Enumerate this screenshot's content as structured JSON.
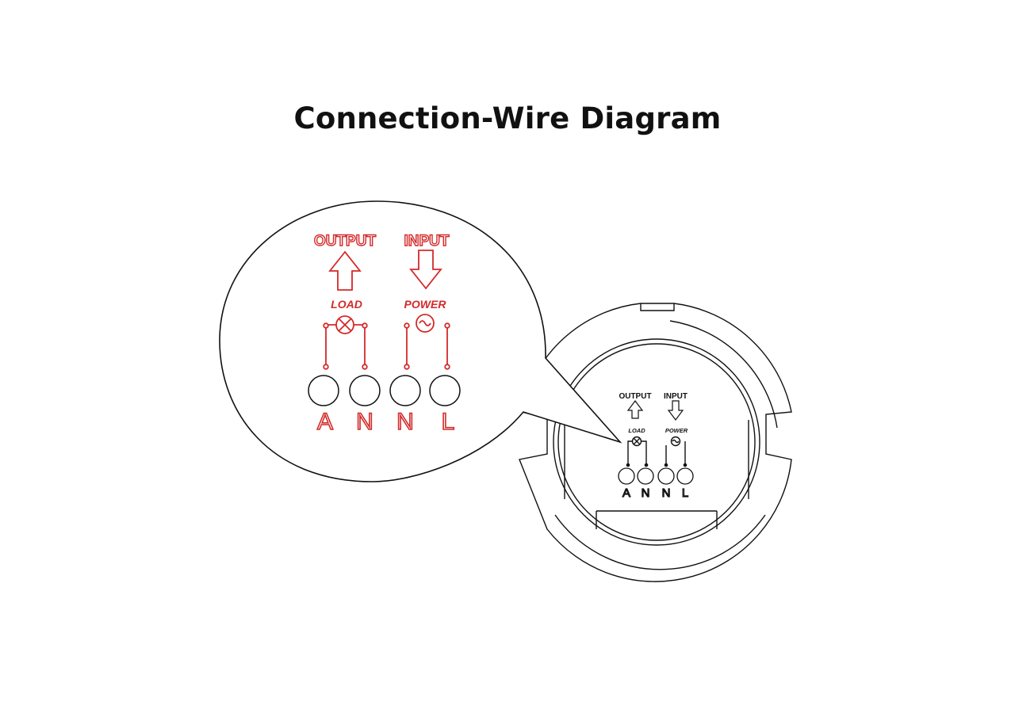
{
  "title": "Connection-Wire Diagram",
  "colors": {
    "callout_accent": "#d42a2a",
    "lines": "#111111",
    "background": "#ffffff"
  },
  "callout": {
    "output_label": "OUTPUT",
    "input_label": "INPUT",
    "load_label": "LOAD",
    "power_label": "POWER",
    "terminals": [
      "A",
      "N",
      "N",
      "L"
    ]
  },
  "device": {
    "output_label": "OUTPUT",
    "input_label": "INPUT",
    "load_label": "LOAD",
    "power_label": "POWER",
    "terminals": [
      "A",
      "N",
      "N",
      "L"
    ]
  },
  "icons": [
    "up-arrow-icon",
    "down-arrow-icon",
    "lamp-icon",
    "ac-source-icon"
  ]
}
